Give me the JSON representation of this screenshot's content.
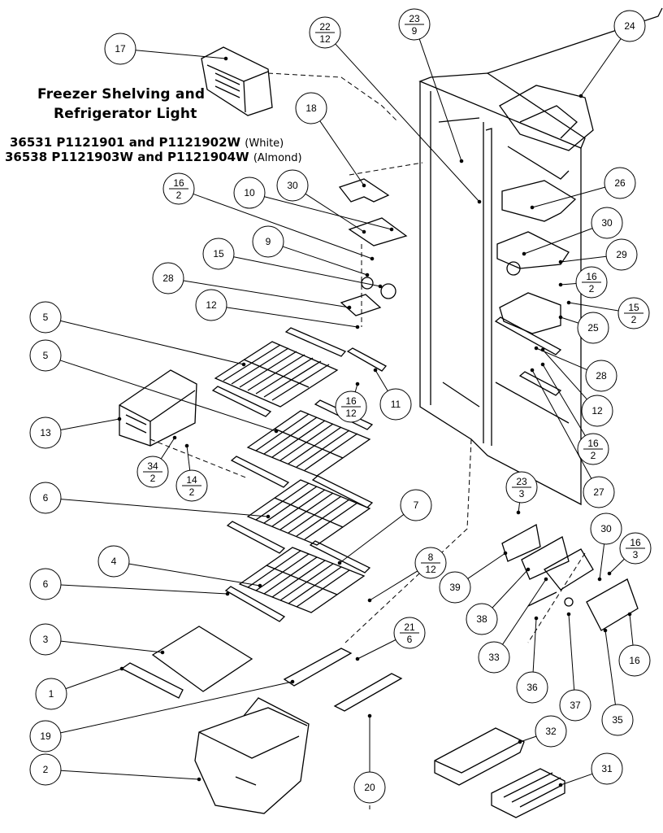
{
  "title_line1": "Freezer Shelving and",
  "title_line2": "Refrigerator Light",
  "models": [
    {
      "model": "36531",
      "parts": "P1121901 and P1121902W",
      "color": "(White)"
    },
    {
      "model": "36538",
      "parts": "P1121903W and P1121904W",
      "color": "(Almond)"
    }
  ],
  "callouts": [
    "17",
    "22/12",
    "23/9",
    "24",
    "18",
    "30",
    "10",
    "16/2",
    "26",
    "9",
    "15",
    "30",
    "29",
    "28",
    "16/2",
    "12",
    "15/2",
    "25",
    "5",
    "5",
    "28",
    "11",
    "16/12",
    "13",
    "12",
    "34/2",
    "14/2",
    "16/2",
    "6",
    "27",
    "23/3",
    "7",
    "30",
    "16/3",
    "8/12",
    "4",
    "6",
    "39",
    "38",
    "3",
    "33",
    "21/6",
    "16",
    "1",
    "36",
    "37",
    "35",
    "19",
    "32",
    "20",
    "2",
    "31"
  ]
}
